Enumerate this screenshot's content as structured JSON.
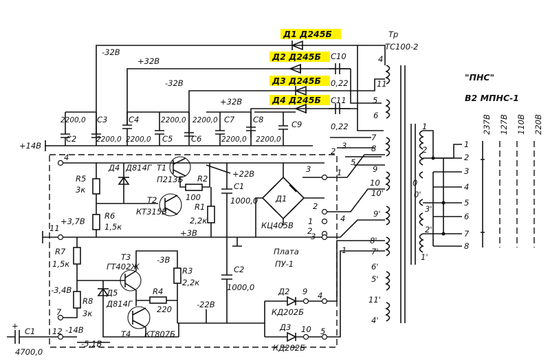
{
  "highlight_color": "#fff200",
  "diodes_top": [
    "Д1 Д245Б",
    "Д2 Д245Б",
    "Д3 Д245Б",
    "Д4 Д245Б"
  ],
  "caps_top": [
    {
      "name": "С10",
      "value": "0,22"
    },
    {
      "name": "С11",
      "value": "0,22"
    }
  ],
  "rails": {
    "m32a": "-32В",
    "p32a": "+32В",
    "m32b": "-32В",
    "p32b": "+32В",
    "p14": "+14В"
  },
  "bank": {
    "c2": "С2",
    "c3": "С3",
    "c4": "С4",
    "c5": "С5",
    "c6": "С6",
    "c7": "С7",
    "c8": "С8",
    "c9": "С9",
    "v2200": "2200,0"
  },
  "transformer": {
    "tr": "Тр",
    "model": "ТС100-2",
    "pins": [
      "4",
      "11",
      "5",
      "6",
      "7",
      "8",
      "9",
      "10",
      "10'",
      "9'",
      "8'",
      "7'",
      "6'",
      "5'",
      "11'",
      "4'"
    ],
    "prim_pins": [
      "1",
      "2",
      "0",
      "0'",
      "3'",
      "2'",
      "1'"
    ]
  },
  "switch": {
    "title": "\"ПНС\"",
    "subtitle": "В2  МПНС-1",
    "voltages": [
      "237В",
      "127В",
      "110В",
      "220В"
    ],
    "positions": [
      "1",
      "2",
      "3",
      "4",
      "5",
      "6",
      "7",
      "8"
    ]
  },
  "board": {
    "title": "Плата",
    "subtitle": "ПУ-1"
  },
  "components": {
    "r5": "R5",
    "r5v": "3к",
    "d4": "Д4",
    "d4m": "Д814Г",
    "t1": "Т1",
    "t1m": "П213Б",
    "r2": "R2",
    "r2v": "100",
    "t2": "Т2",
    "t2m": "КТ315В",
    "r1": "R1",
    "r1v": "2,2к",
    "c1": "С1",
    "c1v": "1000,0",
    "p22": "+22В",
    "d1": "Д1",
    "d1m": "КЦ405В",
    "r6": "R6",
    "r6v": "1,5к",
    "v378": "+3,7В",
    "p38": "+3В",
    "r7": "R7",
    "r7v": "1,5к",
    "t3": "Т3",
    "t3m": "ГТ402Ж",
    "m3": "-3В",
    "r3": "R3",
    "r3v": "2,2к",
    "c2": "С2",
    "c2v": "1000,0",
    "r4": "R4",
    "r4v": "220",
    "d5": "Д5",
    "d5m": "Д814Г",
    "v348": "-3,4В",
    "r8": "R8",
    "r8v": "3к",
    "t4": "Т4",
    "t4m": "КТ807Б",
    "m22": "-22В",
    "d2": "Д2",
    "d2m": "КД202Б",
    "d3": "Д3",
    "d3m": "КД202Б",
    "c1b": "С1",
    "c1bv": "4700,0",
    "m14": "-14В",
    "m51": "-5,1В"
  },
  "terminals": [
    "4",
    "11",
    "7",
    "12",
    "3",
    "2",
    "1",
    "2",
    "3",
    "4",
    "5",
    "9",
    "10"
  ]
}
